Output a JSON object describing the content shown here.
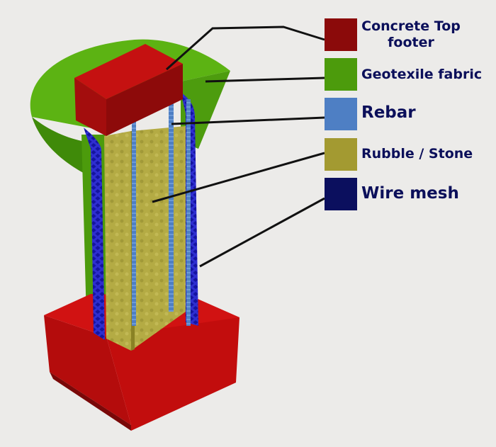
{
  "legend": {
    "items": [
      {
        "label": "Concrete Top footer",
        "color": "#8b0a0a"
      },
      {
        "label": "Geotexile fabric",
        "color": "#4c9b0c"
      },
      {
        "label": "Rebar",
        "color": "#4e7fc4"
      },
      {
        "label": "Rubble / Stone",
        "color": "#a39a31"
      },
      {
        "label": "Wire mesh",
        "color": "#0b0f5e"
      }
    ]
  },
  "colors": {
    "background": "#ecebe9",
    "concrete": "#c40c0c",
    "concrete_dark": "#8b0a0a",
    "geotextile": "#58ad12",
    "geotextile_dark": "#3c7d08",
    "rebar": "#4e7fc4",
    "rubble": "#b6ad46",
    "rubble_dark": "#8a8224",
    "wire_mesh": "#1a1aa8",
    "leader": "#111111",
    "label_text": "#0b0f5a"
  }
}
